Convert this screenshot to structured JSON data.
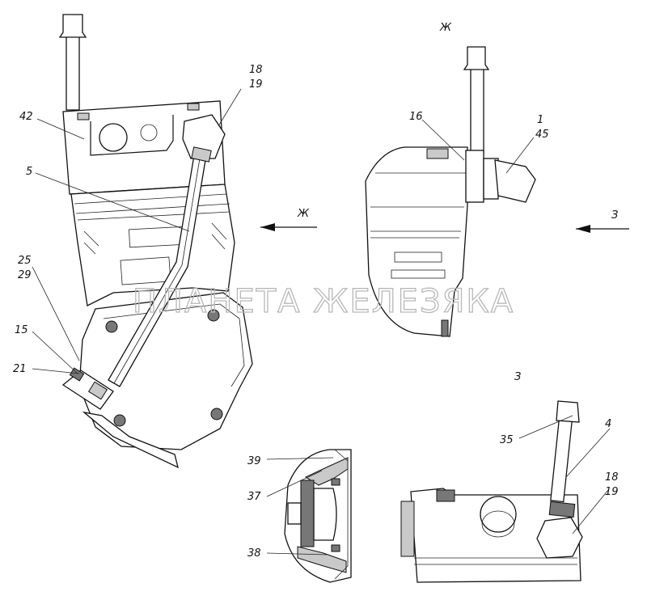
{
  "watermark": "ПЛАНЕТА ЖЕЛЕЗЯКА",
  "views": {
    "main": {
      "labels": {
        "l42": "42",
        "l5": "5",
        "l18": "18",
        "l19": "19",
        "l25": "25",
        "l29": "29",
        "l15": "15",
        "l21": "21"
      },
      "arrow_label": "Ж"
    },
    "view_zh": {
      "title": "Ж",
      "labels": {
        "l16": "16",
        "l1": "1",
        "l45": "45"
      },
      "arrow_label": "З"
    },
    "view_z": {
      "title": "З",
      "labels": {
        "l35": "35",
        "l4": "4",
        "l18": "18",
        "l19": "19"
      }
    },
    "section": {
      "labels": {
        "l39": "39",
        "l37": "37",
        "l38": "38"
      }
    }
  }
}
